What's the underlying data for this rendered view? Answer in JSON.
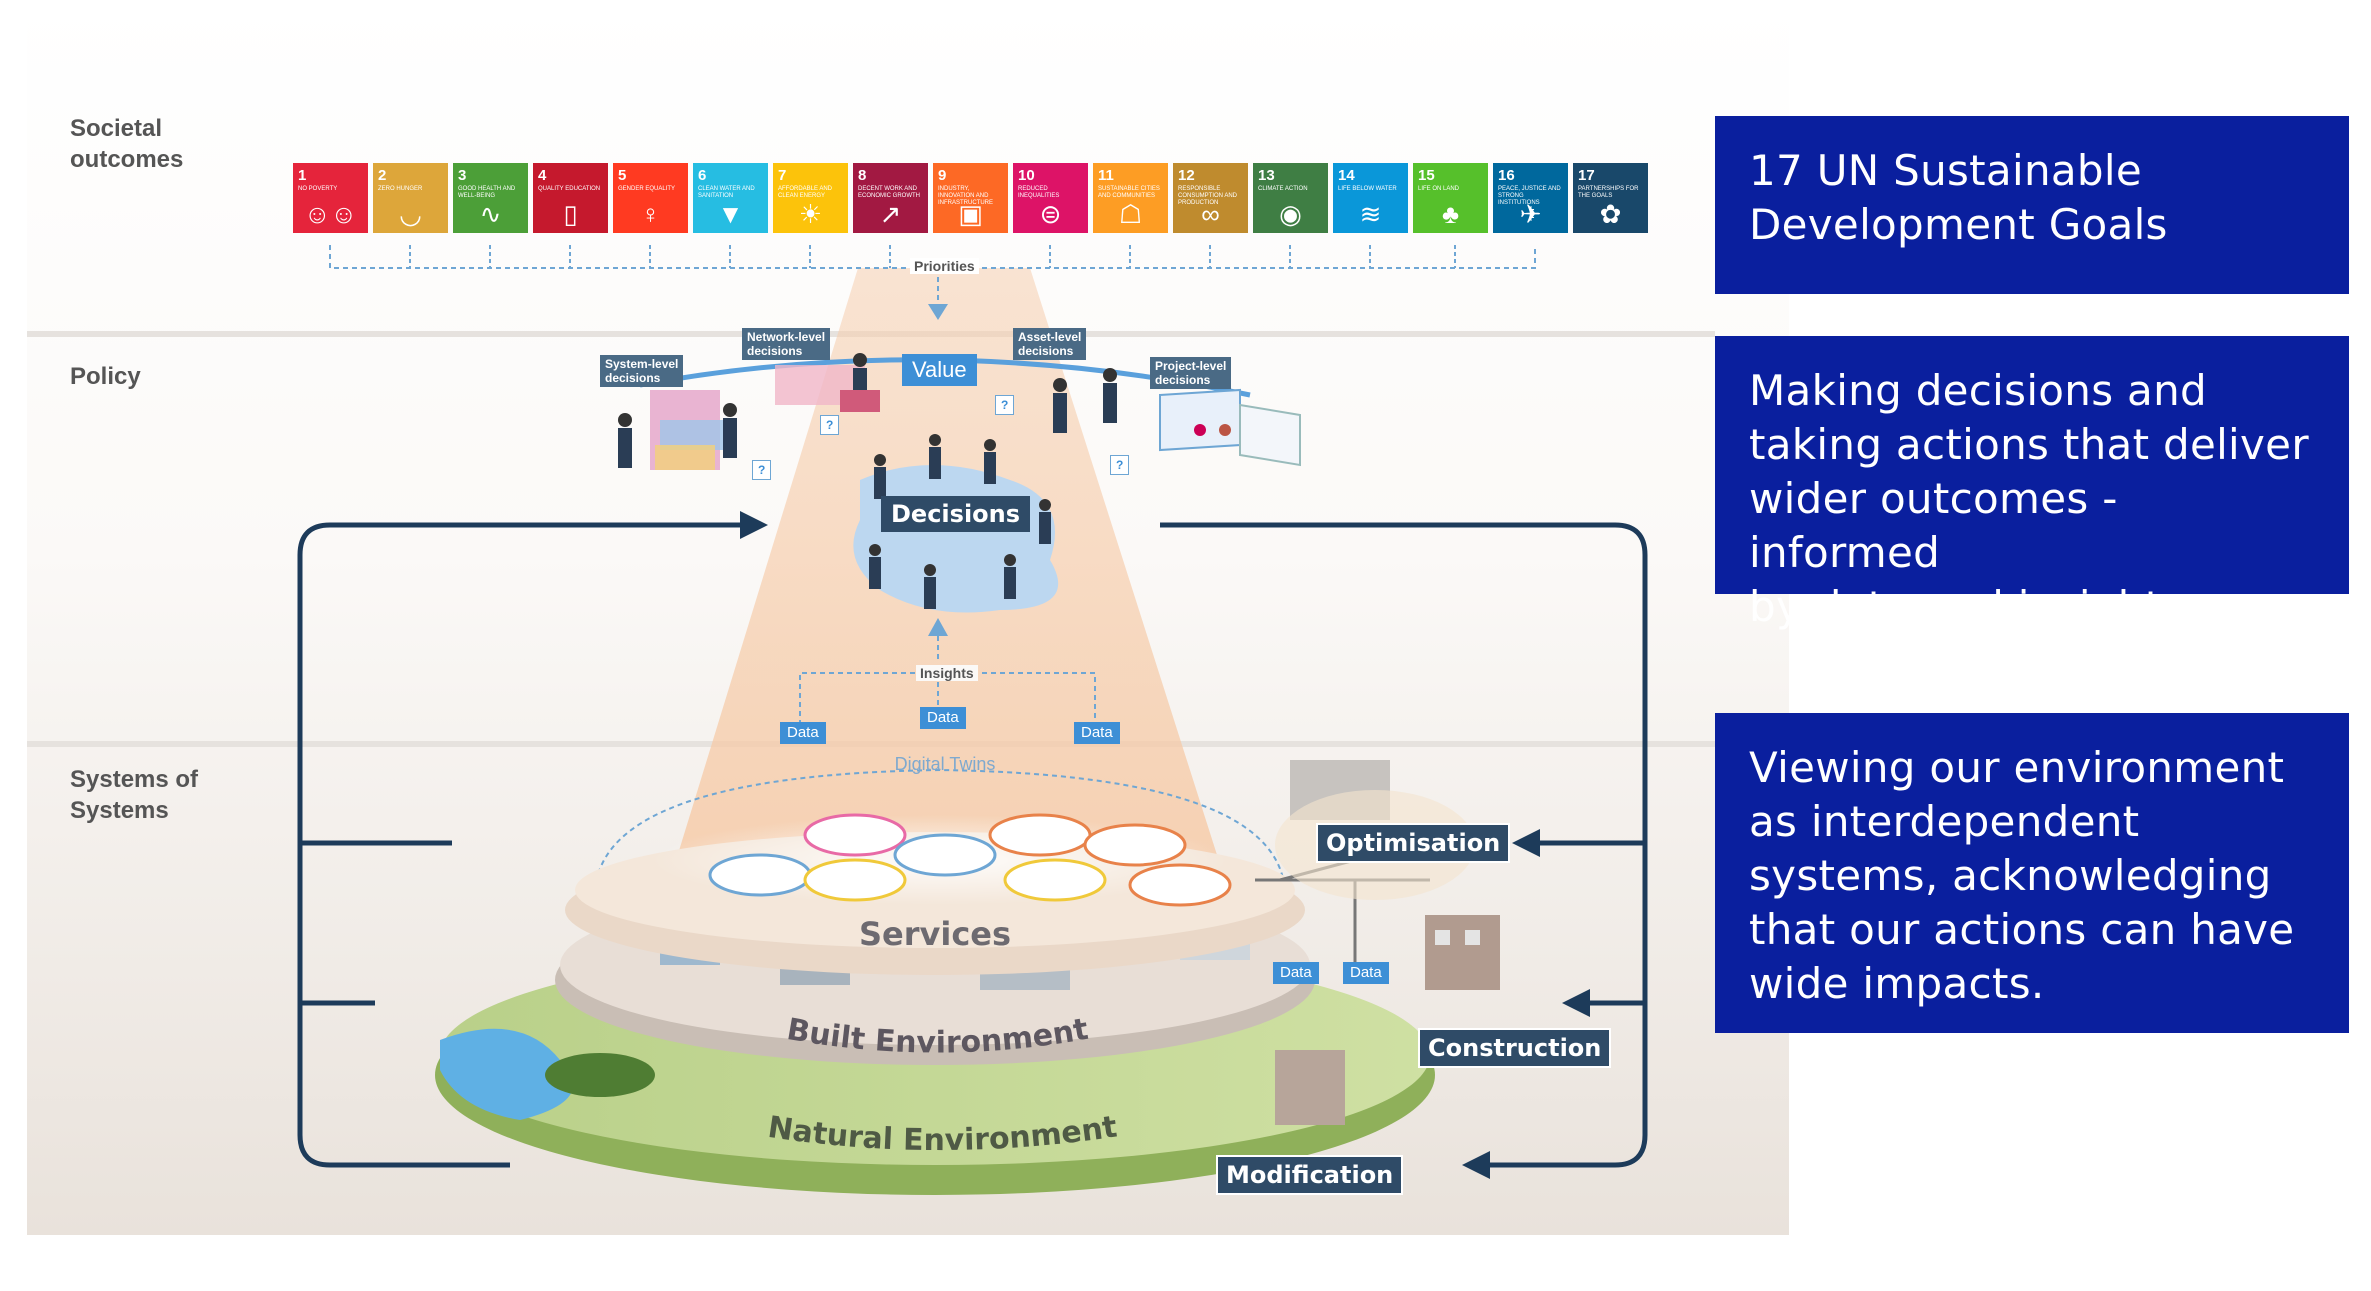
{
  "bands": {
    "societal": "Societal\noutcomes",
    "policy": "Policy",
    "systems": "Systems of\nSystems"
  },
  "sdgs": [
    {
      "num": "1",
      "title": "No poverty",
      "color": "#e5243b",
      "icon": "people-icon"
    },
    {
      "num": "2",
      "title": "Zero hunger",
      "color": "#dda63a",
      "icon": "bowl-icon"
    },
    {
      "num": "3",
      "title": "Good health and well-being",
      "color": "#4c9f38",
      "icon": "heartbeat-icon"
    },
    {
      "num": "4",
      "title": "Quality education",
      "color": "#c5192d",
      "icon": "book-icon"
    },
    {
      "num": "5",
      "title": "Gender equality",
      "color": "#ff3a21",
      "icon": "gender-icon"
    },
    {
      "num": "6",
      "title": "Clean water and sanitation",
      "color": "#26bde2",
      "icon": "water-drop-icon"
    },
    {
      "num": "7",
      "title": "Affordable and clean energy",
      "color": "#fcc30b",
      "icon": "sun-icon"
    },
    {
      "num": "8",
      "title": "Decent work and economic growth",
      "color": "#a21942",
      "icon": "growth-chart-icon"
    },
    {
      "num": "9",
      "title": "Industry, innovation and infrastructure",
      "color": "#fd6925",
      "icon": "cubes-icon"
    },
    {
      "num": "10",
      "title": "Reduced inequalities",
      "color": "#dd1367",
      "icon": "equal-icon"
    },
    {
      "num": "11",
      "title": "Sustainable cities and communities",
      "color": "#fd9d24",
      "icon": "city-icon"
    },
    {
      "num": "12",
      "title": "Responsible consumption and production",
      "color": "#bf8b2e",
      "icon": "infinity-icon"
    },
    {
      "num": "13",
      "title": "Climate action",
      "color": "#3f7e44",
      "icon": "eye-icon"
    },
    {
      "num": "14",
      "title": "Life below water",
      "color": "#0a97d9",
      "icon": "fish-icon"
    },
    {
      "num": "15",
      "title": "Life on land",
      "color": "#56c02b",
      "icon": "tree-icon"
    },
    {
      "num": "16",
      "title": "Peace, justice and strong institutions",
      "color": "#00689d",
      "icon": "dove-icon"
    },
    {
      "num": "17",
      "title": "Partnerships for the goals",
      "color": "#19486a",
      "icon": "flower-icon"
    }
  ],
  "flow": {
    "priorities": "Priorities",
    "value": "Value",
    "decisions": "Decisions",
    "insights": "Insights",
    "data": "Data",
    "digital_twins": "Digital Twins",
    "question": "?"
  },
  "decision_levels": {
    "system": "System-level\ndecisions",
    "network": "Network-level\ndecisions",
    "asset": "Asset-level\ndecisions",
    "project": "Project-level\ndecisions"
  },
  "layers": {
    "services": "Services",
    "built": "Built Environment",
    "natural": "Natural Environment"
  },
  "actions": {
    "optimisation": "Optimisation",
    "construction": "Construction",
    "modification": "Modification"
  },
  "callouts": {
    "goals": "17 UN Sustainable\nDevelopment Goals",
    "decisions": "Making decisions and\ntaking actions that deliver\nwider outcomes - informed\nby data and insights.",
    "systems": "Viewing our environment\nas interdependent\nsystems, acknowledging\nthat our actions can have\nwide impacts."
  },
  "colors": {
    "callout_bg": "#0a1f9e",
    "tag_bg": "#2f4b67",
    "data_blue": "#3d8fd6",
    "arrow": "#1d3b5a"
  }
}
